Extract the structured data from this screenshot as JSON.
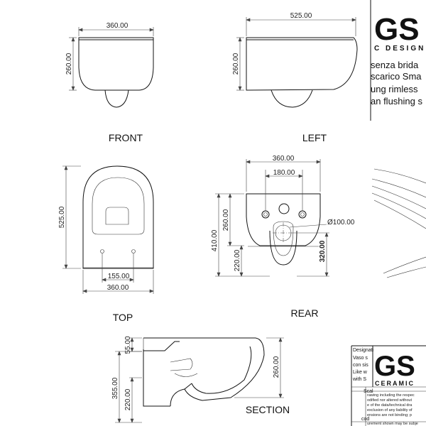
{
  "dimensions": {
    "front_width": "360.00",
    "front_height": "260.00",
    "left_length": "525.00",
    "left_height": "260.00",
    "top_length": "525.00",
    "top_width": "360.00",
    "top_hole_spacing": "155.00",
    "rear_width": "360.00",
    "rear_inner_width": "180.00",
    "rear_outlet_diameter": "Ø100.00",
    "rear_total_height": "410.00",
    "rear_body_height": "260.00",
    "rear_lower_height": "220.00",
    "rear_outlet_height": "320.00",
    "section_top_offset": "55.00",
    "section_body_height": "260.00",
    "section_total_height": "355.00",
    "section_lower_height": "220.00"
  },
  "view_labels": {
    "front": "FRONT",
    "left": "LEFT",
    "top": "TOP",
    "rear": "REAR",
    "section": "SECTION"
  },
  "brand": {
    "logo_top": "GS",
    "logo_top_tagline": "C DESIGN",
    "logo_bottom": "GS",
    "logo_bottom_tagline": "CERAMIC"
  },
  "description_lines": [
    "senza brida",
    "scarico Sma",
    "ung rimless",
    "an flushing s"
  ],
  "title_block": {
    "designation_label": "Designati",
    "designation_lines": [
      "Vaso s",
      "con sis",
      "Like w",
      "with S"
    ],
    "scale_label": "Scal",
    "code_label": "cod",
    "note_lines": [
      "rawing including the respec",
      "odified nor altered without",
      "e of the data/technical dra",
      "exclusion of any liability of",
      "ensions are not binding; p",
      "urement shown may be subje"
    ]
  }
}
